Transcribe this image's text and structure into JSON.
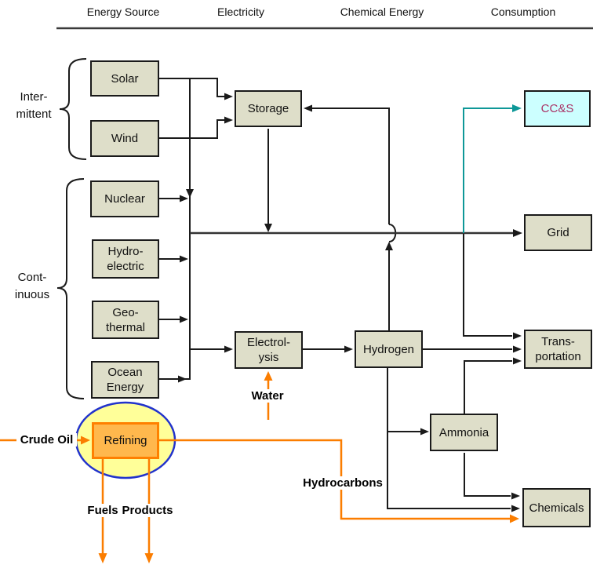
{
  "headers": {
    "energy_source": "Energy Source",
    "electricity": "Electricity",
    "chemical_energy": "Chemical Energy",
    "consumption": "Consumption"
  },
  "group_labels": {
    "intermittent": {
      "line1": "Inter-",
      "line2": "mittent"
    },
    "continuous": {
      "line1": "Cont-",
      "line2": "inuous"
    }
  },
  "nodes": {
    "solar": {
      "label": "Solar"
    },
    "wind": {
      "label": "Wind"
    },
    "nuclear": {
      "label": "Nuclear"
    },
    "hydroelectric": {
      "line1": "Hydro-",
      "line2": "electric"
    },
    "geothermal": {
      "line1": "Geo-",
      "line2": "thermal"
    },
    "ocean": {
      "line1": "Ocean",
      "line2": "Energy"
    },
    "storage": {
      "label": "Storage"
    },
    "electrolysis": {
      "line1": "Electrol-",
      "line2": "ysis"
    },
    "hydrogen": {
      "label": "Hydrogen"
    },
    "ammonia": {
      "label": "Ammonia"
    },
    "ccs": {
      "label": "CC&S"
    },
    "grid": {
      "label": "Grid"
    },
    "transportation": {
      "line1": "Trans-",
      "line2": "portation"
    },
    "chemicals": {
      "label": "Chemicals"
    },
    "refining": {
      "label": "Refining"
    }
  },
  "flow_labels": {
    "crude_oil": "Crude Oil",
    "water": "Water",
    "hydrocarbons": "Hydrocarbons",
    "fuels": "Fuels",
    "products": "Products"
  },
  "colors": {
    "node_fill": "#dedec9",
    "node_border": "#1a1a1a",
    "ccs_fill": "#ccffff",
    "ccs_text": "#aa3366",
    "refining_fill": "#ffb84d",
    "refining_border": "#ff8000",
    "ellipse_fill": "#ffff99",
    "ellipse_border": "#2233cc",
    "black_flow": "#1a1a1a",
    "orange_flow": "#fb7d00",
    "teal_flow": "#0e9898"
  }
}
